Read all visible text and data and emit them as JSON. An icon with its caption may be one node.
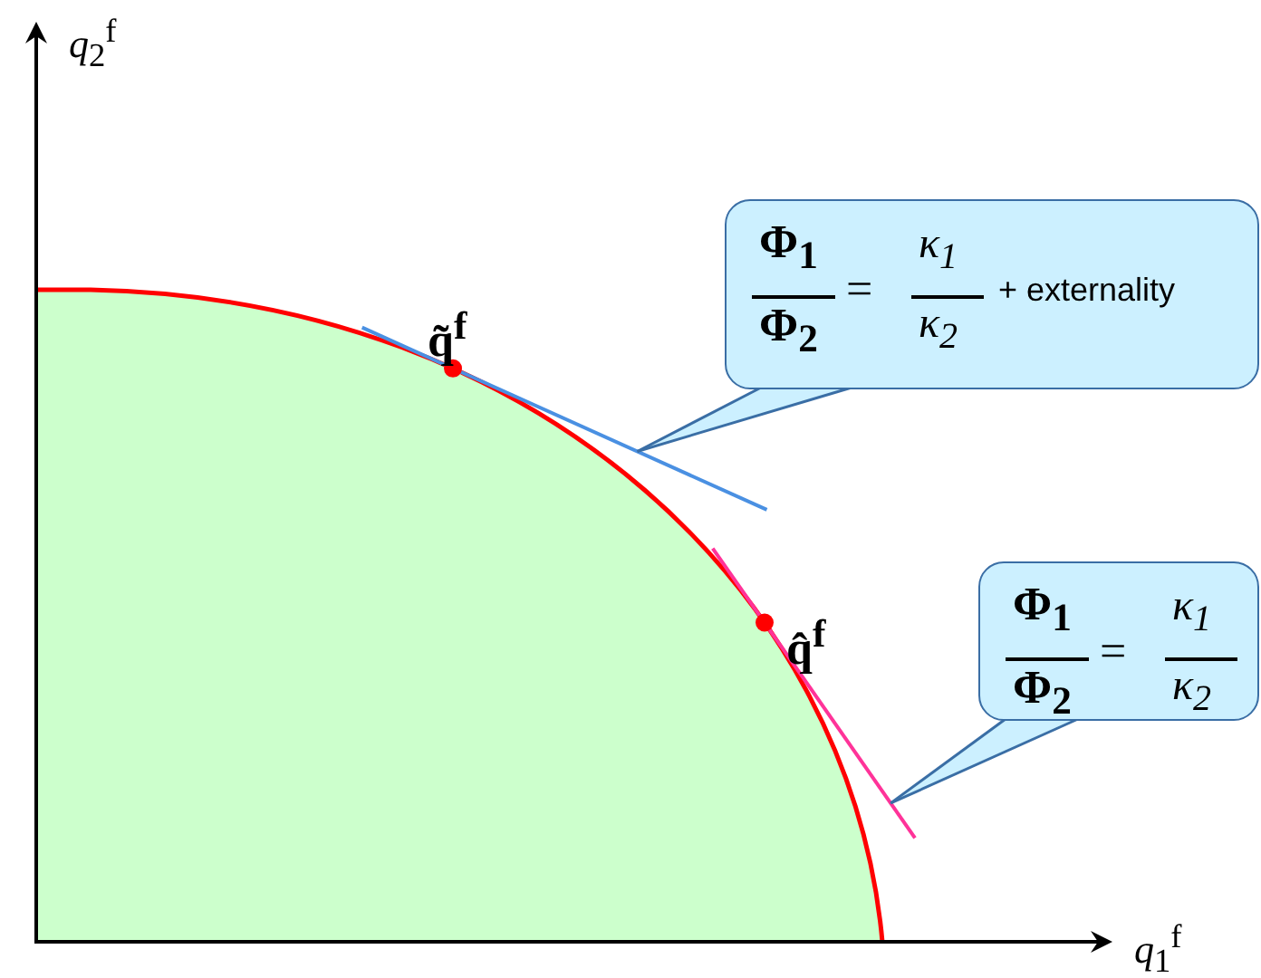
{
  "diagram": {
    "nodes": [
      {
        "text": [
          "Φ$_{1}$",
          "Φ$_{2}$",
          "=",
          "κ$_{1}$",
          "κ$_{2}$",
          "+ externality"
        ]
      },
      {
        "text": [
          "Φ$_{1}$",
          "Φ$_{2}$",
          "=",
          "κ$_{1}$",
          "κ$_{2}$"
        ]
      }
    ],
    "edges": [
      {
        "from": 0,
        "to": null,
        "arrow": "none"
      },
      {
        "from": 1,
        "to": null,
        "arrow": "none"
      }
    ],
    "labels": [
      "*q*$_{2}$$^{f}$",
      "q̃$^{f}$",
      "q̂$^{f}$",
      "*q*$_{1}$$^{f}$"
    ]
  }
}
